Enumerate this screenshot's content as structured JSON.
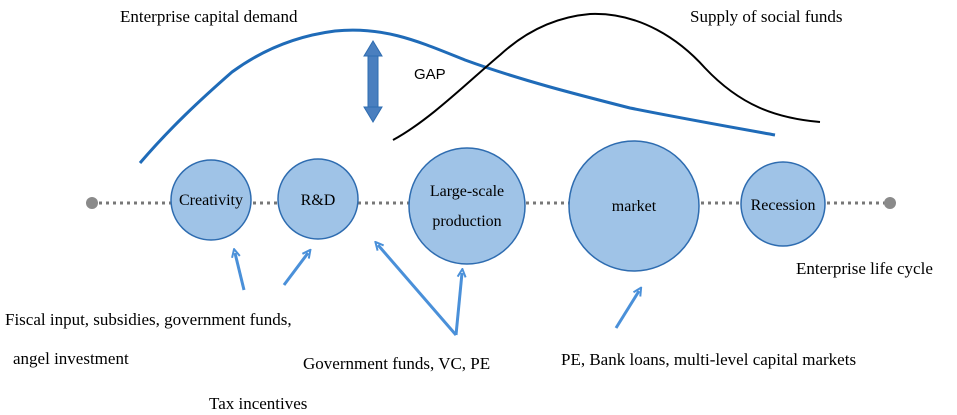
{
  "curves": {
    "demand_label": "Enterprise capital demand",
    "supply_label": "Supply of social funds",
    "gap_label": "GAP"
  },
  "lifecycle": {
    "axis_label": "Enterprise life cycle",
    "stages": [
      {
        "label": "Creativity"
      },
      {
        "label": "R&D"
      },
      {
        "label_line1": "Large-scale",
        "label_line2": "production"
      },
      {
        "label": "market"
      },
      {
        "label": "Recession"
      }
    ]
  },
  "funding_sources": {
    "early_line1": "Fiscal input, subsidies, government funds,",
    "early_line2": "angel investment",
    "tax": "Tax incentives",
    "growth": "Government funds, VC, PE",
    "mature": "PE, Bank loans, multi-level capital markets"
  },
  "colors": {
    "demand_curve": "#1f6bb8",
    "supply_curve": "#000000",
    "stage_fill": "#9fc3e7",
    "stage_stroke": "#2e6cb0",
    "arrow": "#4a90d9",
    "gap_arrow": "#4a7fbf",
    "timeline": "#777777"
  }
}
